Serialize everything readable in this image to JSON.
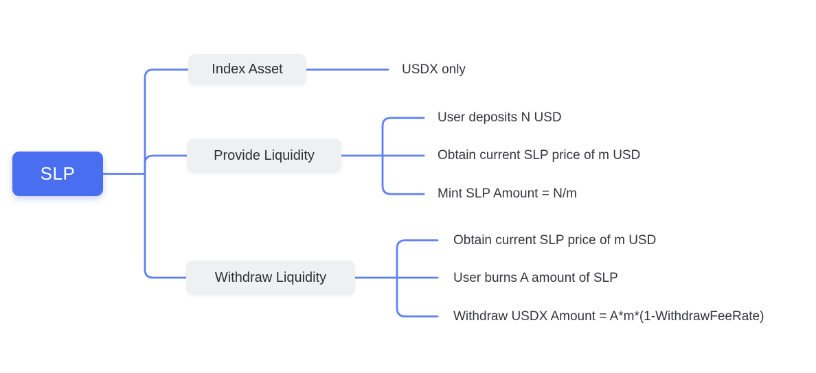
{
  "mindmap": {
    "root": {
      "label": "SLP"
    },
    "branches": [
      {
        "label": "Index Asset",
        "children": [
          "USDX only"
        ]
      },
      {
        "label": "Provide Liquidity",
        "children": [
          "User deposits N USD",
          "Obtain current SLP price of m USD",
          "Mint SLP Amount = N/m"
        ]
      },
      {
        "label": "Withdraw Liquidity",
        "children": [
          "Obtain current SLP price of m USD",
          "User burns A amount of SLP",
          "Withdraw USDX Amount = A*m*(1-WithdrawFeeRate)"
        ]
      }
    ],
    "colors": {
      "background": "#FFFFFF",
      "root_node_fill": "#496EF0",
      "root_node_text": "#FFFFFF",
      "branch_node_fill": "#EFF0F2",
      "branch_node_text": "#2E2F33",
      "leaf_text": "#35363A",
      "connector_line": "#5F80F2"
    }
  }
}
